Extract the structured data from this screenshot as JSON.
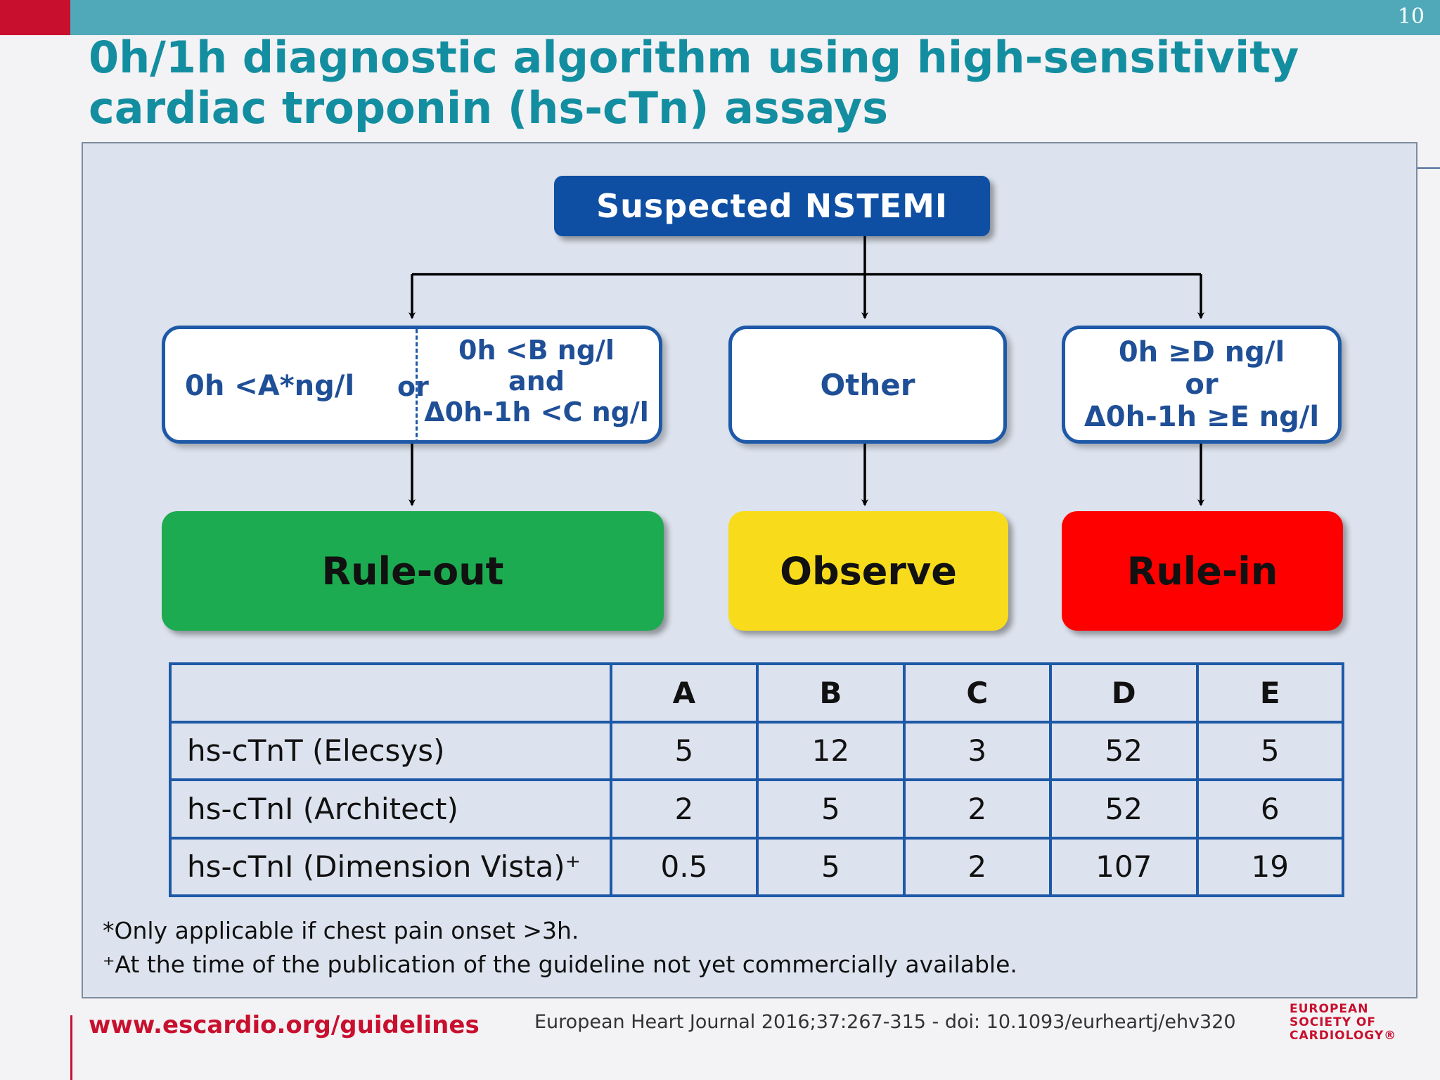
{
  "slide_number": "10",
  "title": {
    "line1": "0h/1h diagnostic algorithm using high-sensitivity",
    "line2": "cardiac troponin (hs-cTn) assays"
  },
  "flowchart": {
    "start": "Suspected NSTEMI",
    "left_condition": {
      "part_a": "0h <A*ng/l",
      "or": "or",
      "part_b_line1": "0h <B ng/l",
      "part_b_line2": "and",
      "part_b_line3": "Δ0h-1h <C ng/l"
    },
    "middle_condition": "Other",
    "right_condition": {
      "line1": "0h ≥D ng/l",
      "line2": "or",
      "line3": "Δ0h-1h ≥E ng/l"
    },
    "outcomes": {
      "rule_out": "Rule-out",
      "observe": "Observe",
      "rule_in": "Rule-in"
    }
  },
  "table": {
    "headers": [
      "",
      "A",
      "B",
      "C",
      "D",
      "E"
    ],
    "rows": [
      {
        "label": "hs-cTnT (Elecsys)",
        "values": [
          "5",
          "12",
          "3",
          "52",
          "5"
        ]
      },
      {
        "label": "hs-cTnI (Architect)",
        "values": [
          "2",
          "5",
          "2",
          "52",
          "6"
        ]
      },
      {
        "label": "hs-cTnI (Dimension Vista)⁺",
        "values": [
          "0.5",
          "5",
          "2",
          "107",
          "19"
        ]
      }
    ]
  },
  "footnotes": {
    "note1": "*Only applicable if chest pain onset >3h.",
    "note2": "⁺At the time of the publication of the guideline not yet commercially available."
  },
  "footer": {
    "url": "www.escardio.org/guidelines",
    "citation": "European Heart Journal 2016;37:267-315 - doi: 10.1093/eurheartj/ehv320",
    "logo_line1": "EUROPEAN",
    "logo_line2": "SOCIETY OF",
    "logo_line3": "CARDIOLOGY®"
  },
  "colors": {
    "rule_out": "#1cab50",
    "observe": "#f8dc1c",
    "rule_in": "#ff0000",
    "start_box": "#0f4fa3",
    "title": "#138ea0",
    "accent_red": "#c8102e"
  }
}
